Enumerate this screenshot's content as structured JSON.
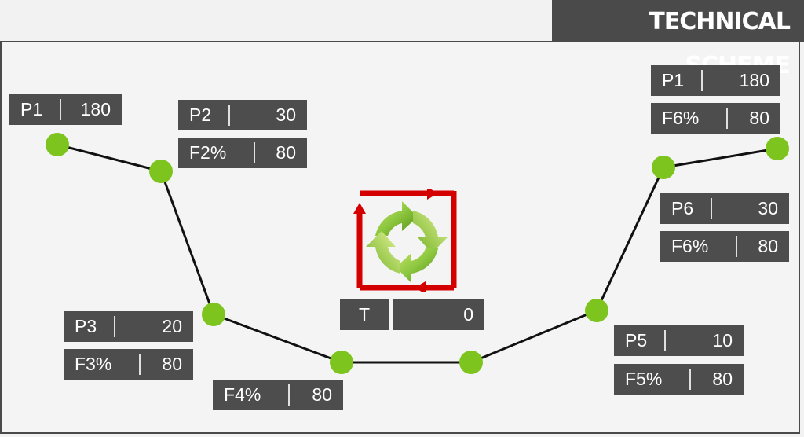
{
  "header": {
    "title": "TECHNICAL SCHEME"
  },
  "params": {
    "p1_left": {
      "label": "P1",
      "value": "180"
    },
    "p2": {
      "label": "P2",
      "value": "30"
    },
    "f2": {
      "label": "F2%",
      "value": "80"
    },
    "p3": {
      "label": "P3",
      "value": "20"
    },
    "f3": {
      "label": "F3%",
      "value": "80"
    },
    "f4": {
      "label": "F4%",
      "value": "80"
    },
    "t": {
      "label": "T",
      "value": "0"
    },
    "p5": {
      "label": "P5",
      "value": "10"
    },
    "f5": {
      "label": "F5%",
      "value": "80"
    },
    "p6": {
      "label": "P6",
      "value": "30"
    },
    "f6_lower": {
      "label": "F6%",
      "value": "80"
    },
    "p1_right": {
      "label": "P1",
      "value": "180"
    },
    "f6_upper": {
      "label": "F6%",
      "value": "80"
    }
  },
  "colors": {
    "box_bg": "#4d4d4d",
    "node_green": "#7dc41f",
    "line": "#111111",
    "cycle_frame": "#d40000"
  },
  "icons": {
    "cycle": "recycle-cycle-icon"
  }
}
